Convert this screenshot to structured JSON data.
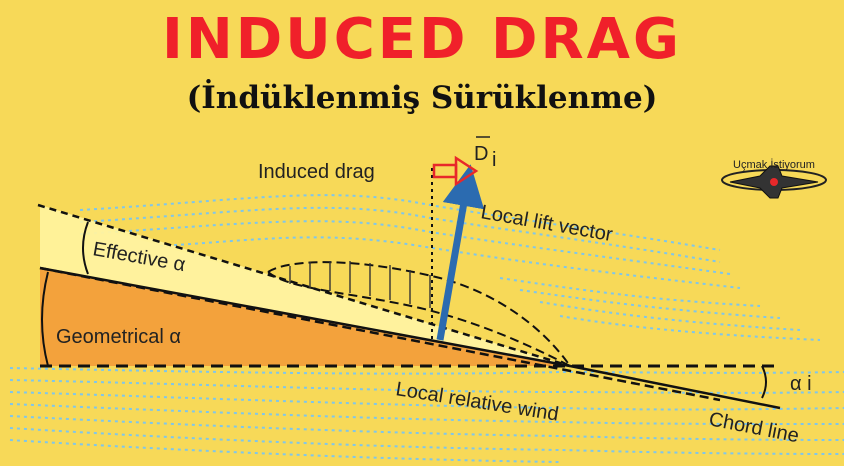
{
  "title": "INDUCED DRAG",
  "subtitle": "(İndüklenmiş Sürüklenme)",
  "logo_text": "Uçmak İstiyorum",
  "diagram": {
    "induced_drag_label": "Induced drag",
    "di_label": "D",
    "di_subscript": "i",
    "lift_label": "Local lift vector",
    "effective_label": "Effective α",
    "geometrical_label": "Geometrical α",
    "alpha_i_label": "α i",
    "wind_label": "Local relative wind",
    "chord_label": "Chord line"
  },
  "colors": {
    "background": "#F7D958",
    "title": "#F0202A",
    "geometric_wedge": "#F3A23C",
    "effective_wedge": "#FFF4A0",
    "lift_vector": "#2B6BB0",
    "drag_arrow": "#E8282A",
    "streamlines": "#7FC6EA"
  }
}
